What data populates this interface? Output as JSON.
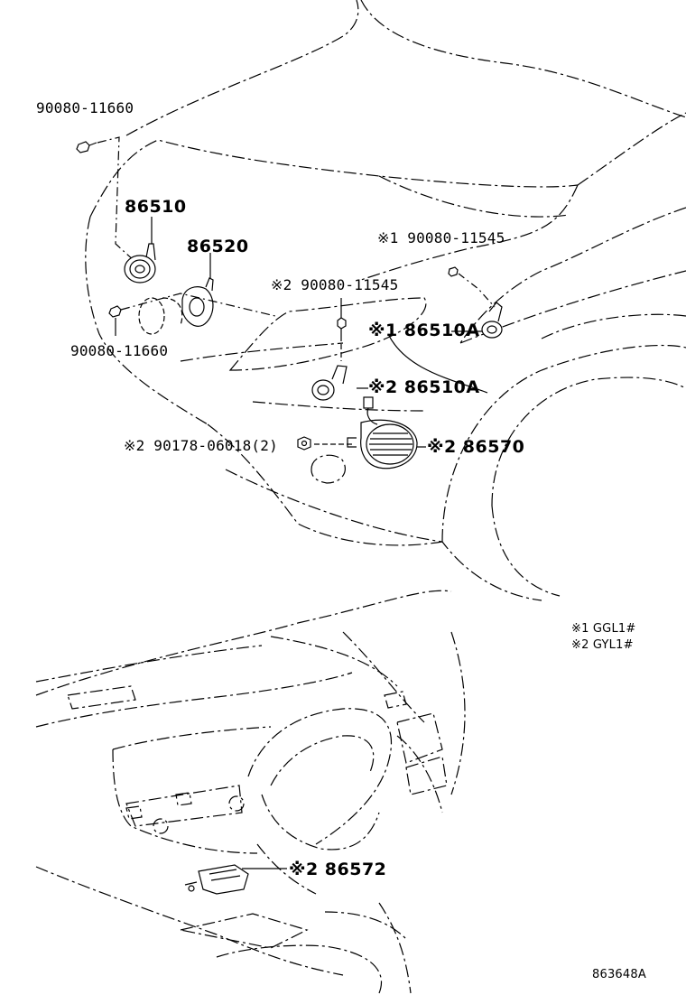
{
  "labels": {
    "bolt_top_left": "90080-11660",
    "horn_high": "86510",
    "horn_low": "86520",
    "bolt_mid_left": "90080-11660",
    "bolt_right_note1": "※1 90080-11545",
    "bolt_center_note2": "※2 90080-11545",
    "horn_right_note1": "※1 86510A",
    "horn_center_note2": "※2 86510A",
    "nut_note2": "※2 90178-06018(2)",
    "speaker_note2": "※2 86570",
    "switch_note2": "※2 86572"
  },
  "legend": {
    "note1": "※1 GGL1#",
    "note2": "※2 GYL1#"
  },
  "diagram_code": "863648A"
}
